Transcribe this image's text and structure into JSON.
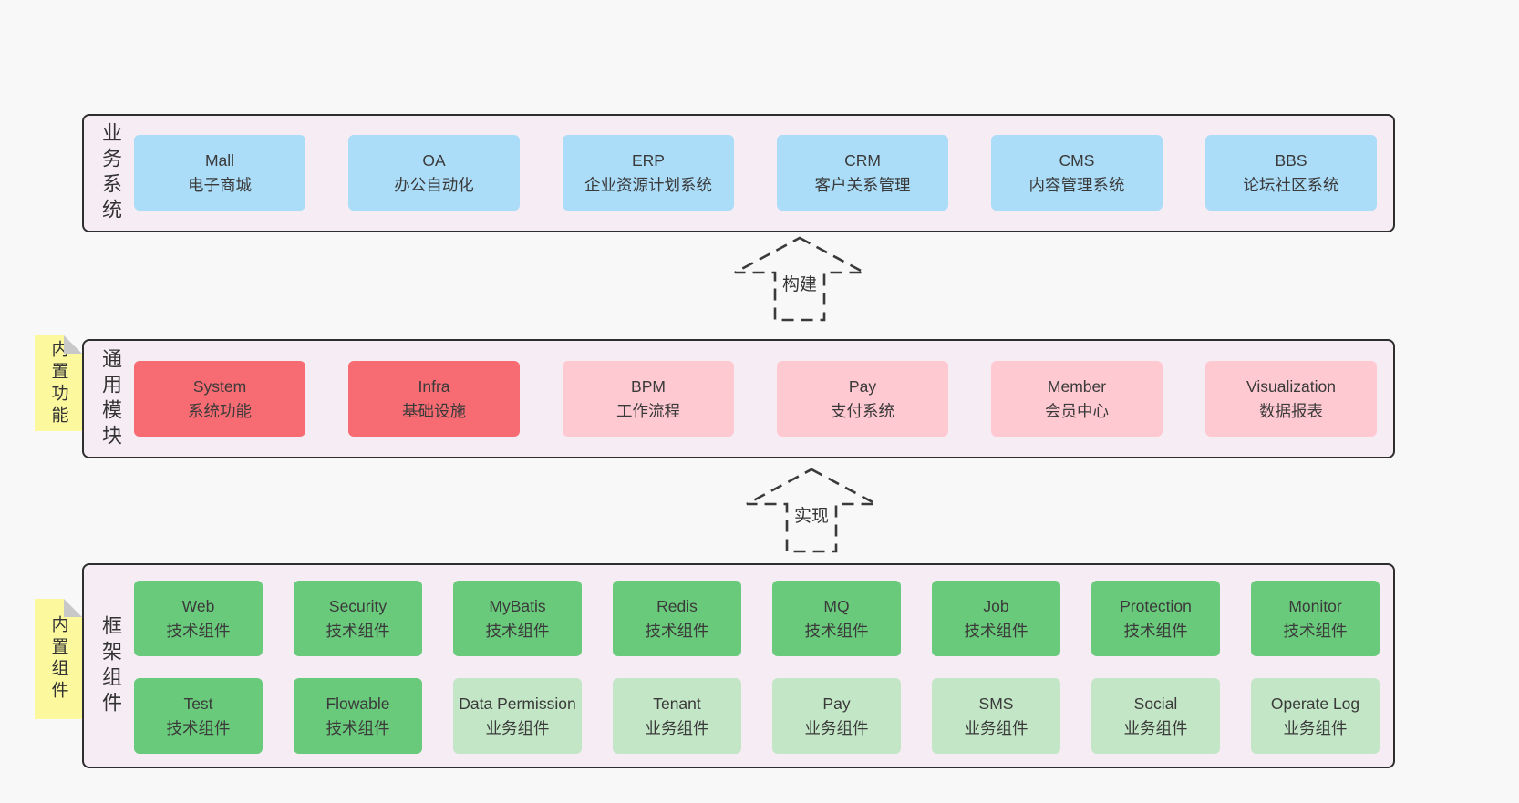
{
  "colors": {
    "page_bg": "#f8f8f8",
    "band_bg": "#f6ecf4",
    "band_border": "#2e2e2e",
    "blue_box": "#abdcf8",
    "red_box": "#f76c72",
    "pink_box": "#ffc9d2",
    "green_box": "#6aca7c",
    "light_green_box": "#c3e6c6",
    "sticky_bg": "#fbf89e",
    "sticky_fold": "#c8c8c8",
    "text": "#3a3a3a"
  },
  "arrows": {
    "build": "构建",
    "implement": "实现"
  },
  "band1": {
    "label": "业务系统",
    "boxes": [
      {
        "title": "Mall",
        "subtitle": "电子商城"
      },
      {
        "title": "OA",
        "subtitle": "办公自动化"
      },
      {
        "title": "ERP",
        "subtitle": "企业资源计划系统"
      },
      {
        "title": "CRM",
        "subtitle": "客户关系管理"
      },
      {
        "title": "CMS",
        "subtitle": "内容管理系统"
      },
      {
        "title": "BBS",
        "subtitle": "论坛社区系统"
      }
    ]
  },
  "band2": {
    "label": "通用模块",
    "sticky": "内置功能",
    "boxes": [
      {
        "title": "System",
        "subtitle": "系统功能"
      },
      {
        "title": "Infra",
        "subtitle": "基础设施"
      },
      {
        "title": "BPM",
        "subtitle": "工作流程"
      },
      {
        "title": "Pay",
        "subtitle": "支付系统"
      },
      {
        "title": "Member",
        "subtitle": "会员中心"
      },
      {
        "title": "Visualization",
        "subtitle": "数据报表"
      }
    ]
  },
  "band3": {
    "label": "框架组件",
    "sticky": "内置组件",
    "row1": [
      {
        "title": "Web",
        "subtitle": "技术组件"
      },
      {
        "title": "Security",
        "subtitle": "技术组件"
      },
      {
        "title": "MyBatis",
        "subtitle": "技术组件"
      },
      {
        "title": "Redis",
        "subtitle": "技术组件"
      },
      {
        "title": "MQ",
        "subtitle": "技术组件"
      },
      {
        "title": "Job",
        "subtitle": "技术组件"
      },
      {
        "title": "Protection",
        "subtitle": "技术组件"
      },
      {
        "title": "Monitor",
        "subtitle": "技术组件"
      }
    ],
    "row2": [
      {
        "title": "Test",
        "subtitle": "技术组件"
      },
      {
        "title": "Flowable",
        "subtitle": "技术组件"
      },
      {
        "title": "Data Permission",
        "subtitle": "业务组件"
      },
      {
        "title": "Tenant",
        "subtitle": "业务组件"
      },
      {
        "title": "Pay",
        "subtitle": "业务组件"
      },
      {
        "title": "SMS",
        "subtitle": "业务组件"
      },
      {
        "title": "Social",
        "subtitle": "业务组件"
      },
      {
        "title": "Operate Log",
        "subtitle": "业务组件"
      }
    ]
  }
}
